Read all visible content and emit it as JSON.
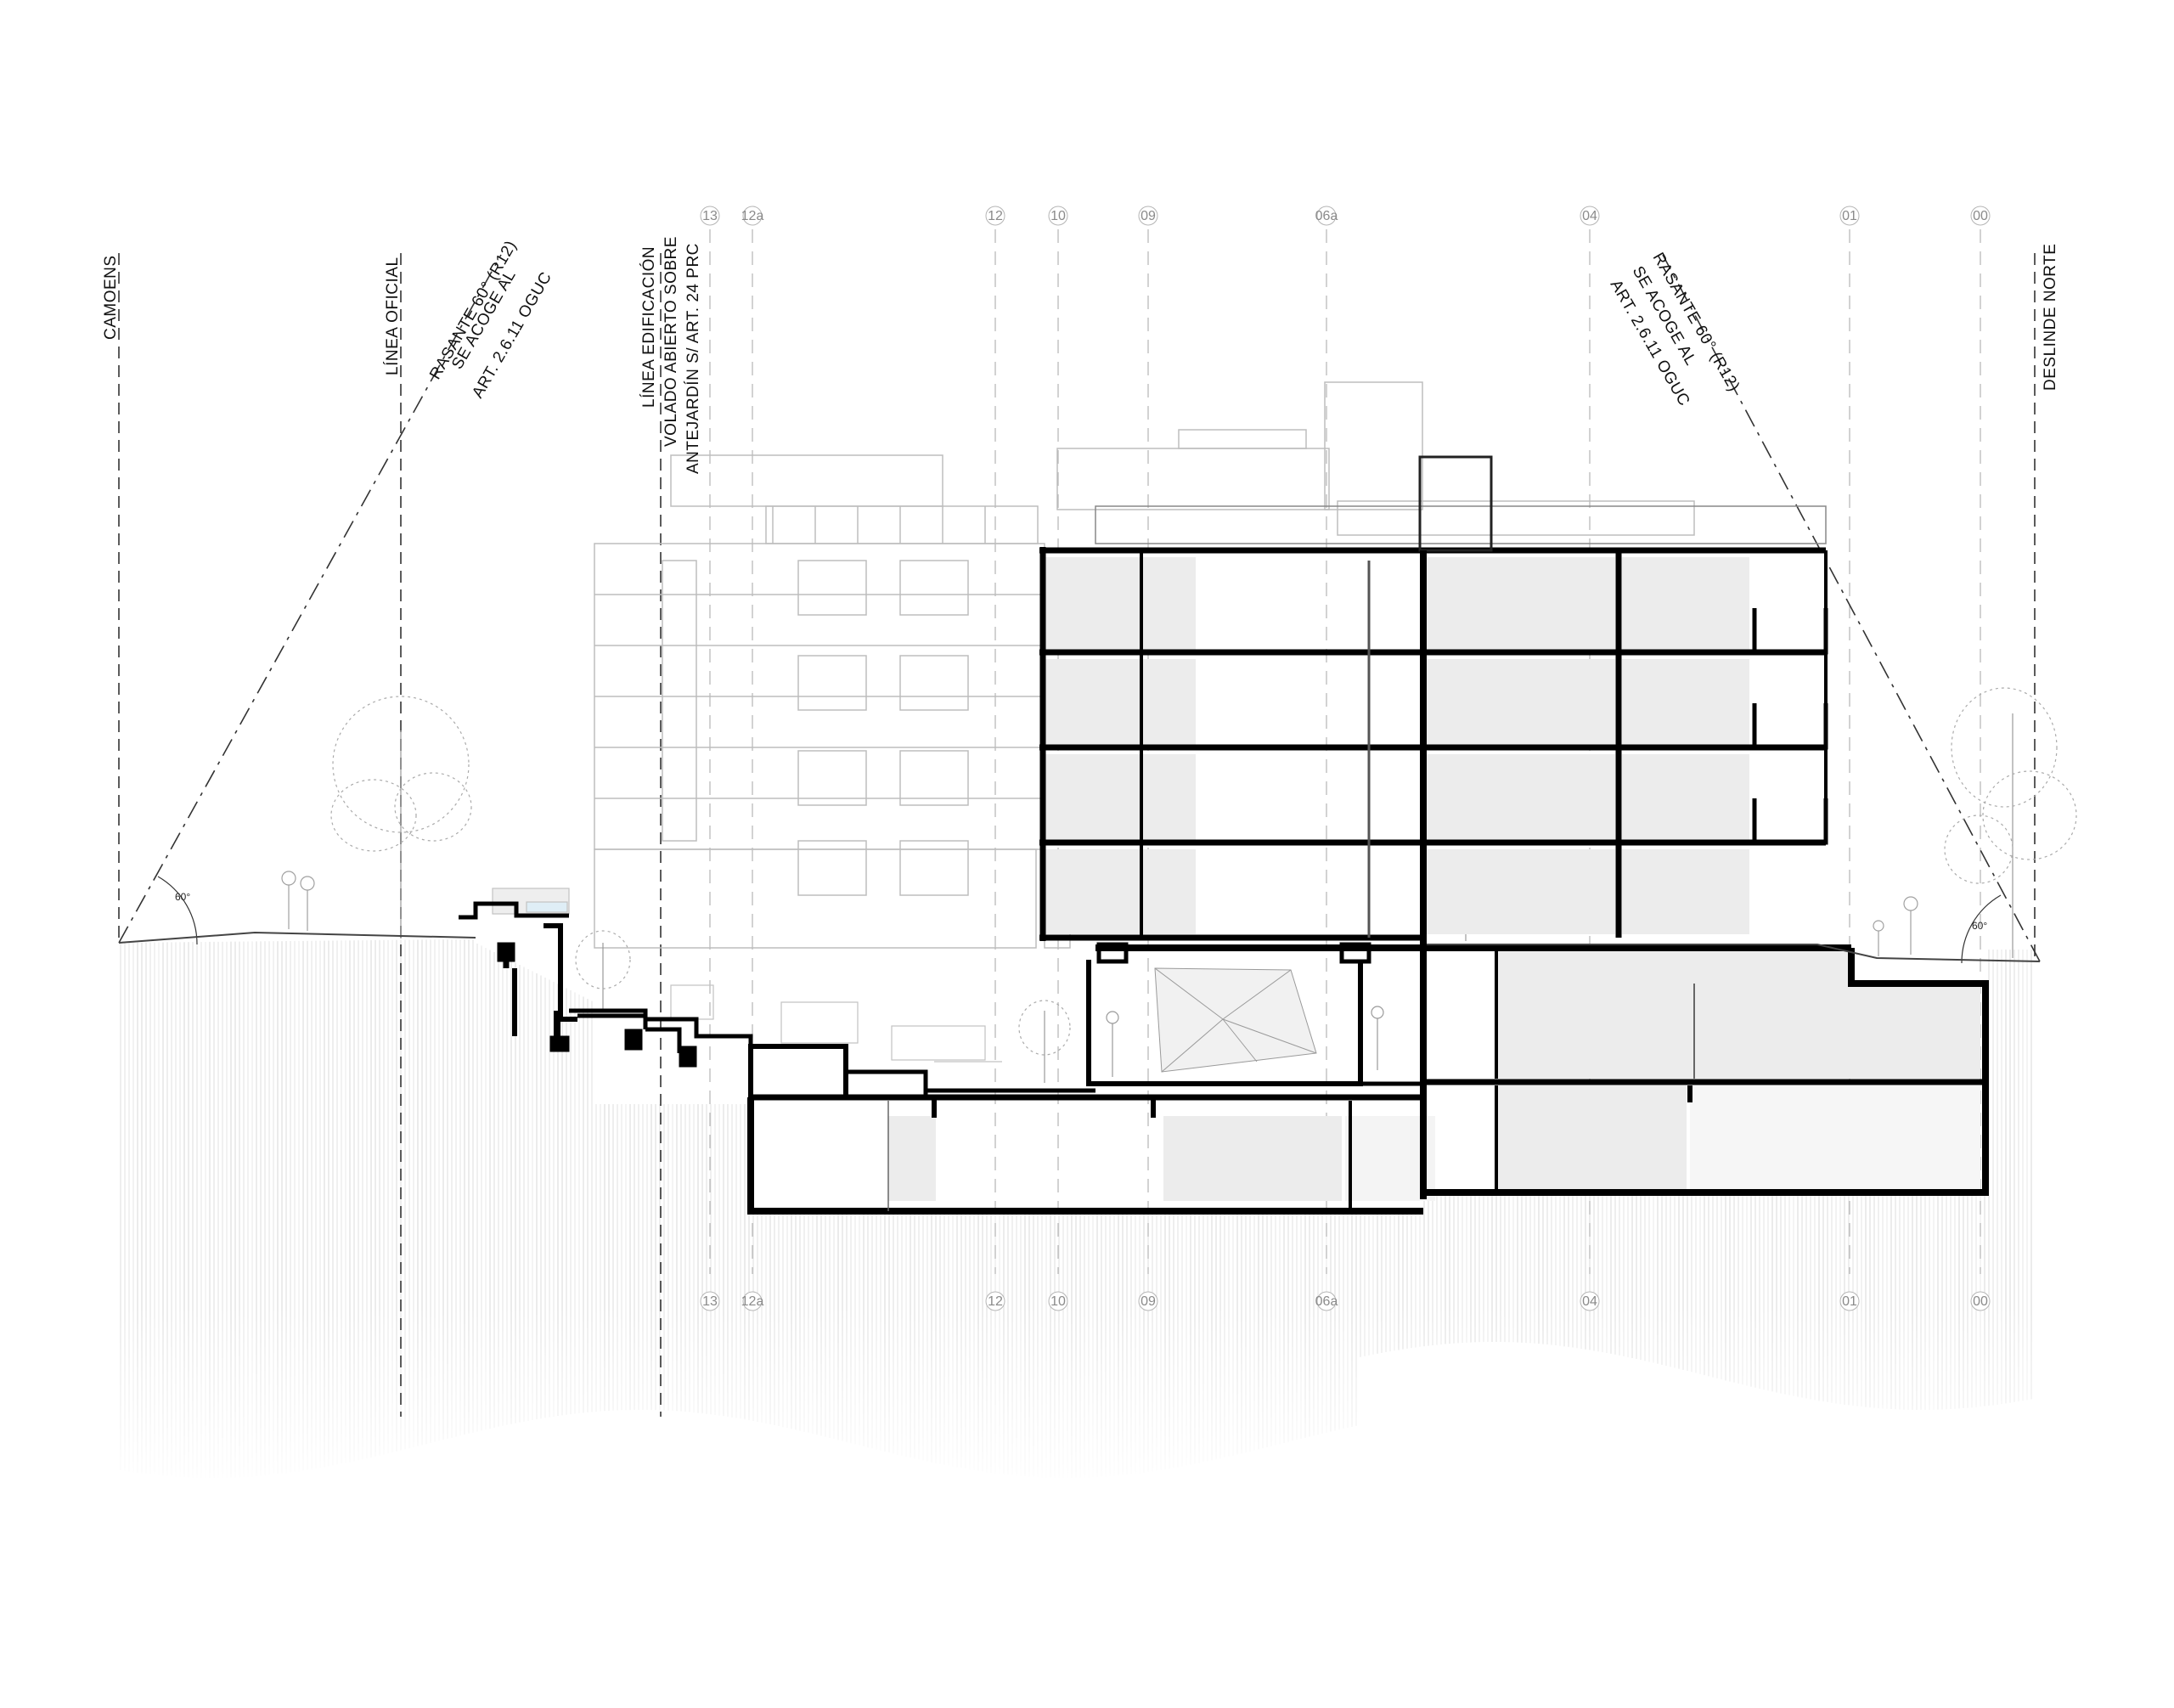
{
  "drawing": {
    "type": "architectural-section",
    "grid_axes": [
      "13",
      "12a",
      "12",
      "10",
      "09",
      "06a",
      "04",
      "01",
      "00"
    ],
    "annotations": {
      "camoens": "CAMOENS",
      "linea_oficial": "LÍNEA OFICIAL",
      "rasante_left": [
        "RASANTE 60° (R12)",
        "SE ACOGE AL",
        "ART. 2.6.11 OGUC"
      ],
      "linea_edificacion": [
        "LÍNEA EDIFICACIÓN",
        "VOLADO ABIERTO SOBRE",
        "ANTEJARDÍN  S/ ART. 24 PRC"
      ],
      "rasante_right": [
        "RASANTE 60° (R12)",
        "SE ACOGE AL",
        "ART. 2.6.11 OGUC"
      ],
      "deslinde_norte": "DESLINDE NORTE",
      "angle_left": "60°",
      "angle_right": "60°"
    },
    "colors": {
      "structure": "#000000",
      "room_fill": "#ececec",
      "elevation_line": "#bdbdbd",
      "grid_line": "#b5b5b5",
      "ground_hatch": "#d6d6d6"
    }
  }
}
